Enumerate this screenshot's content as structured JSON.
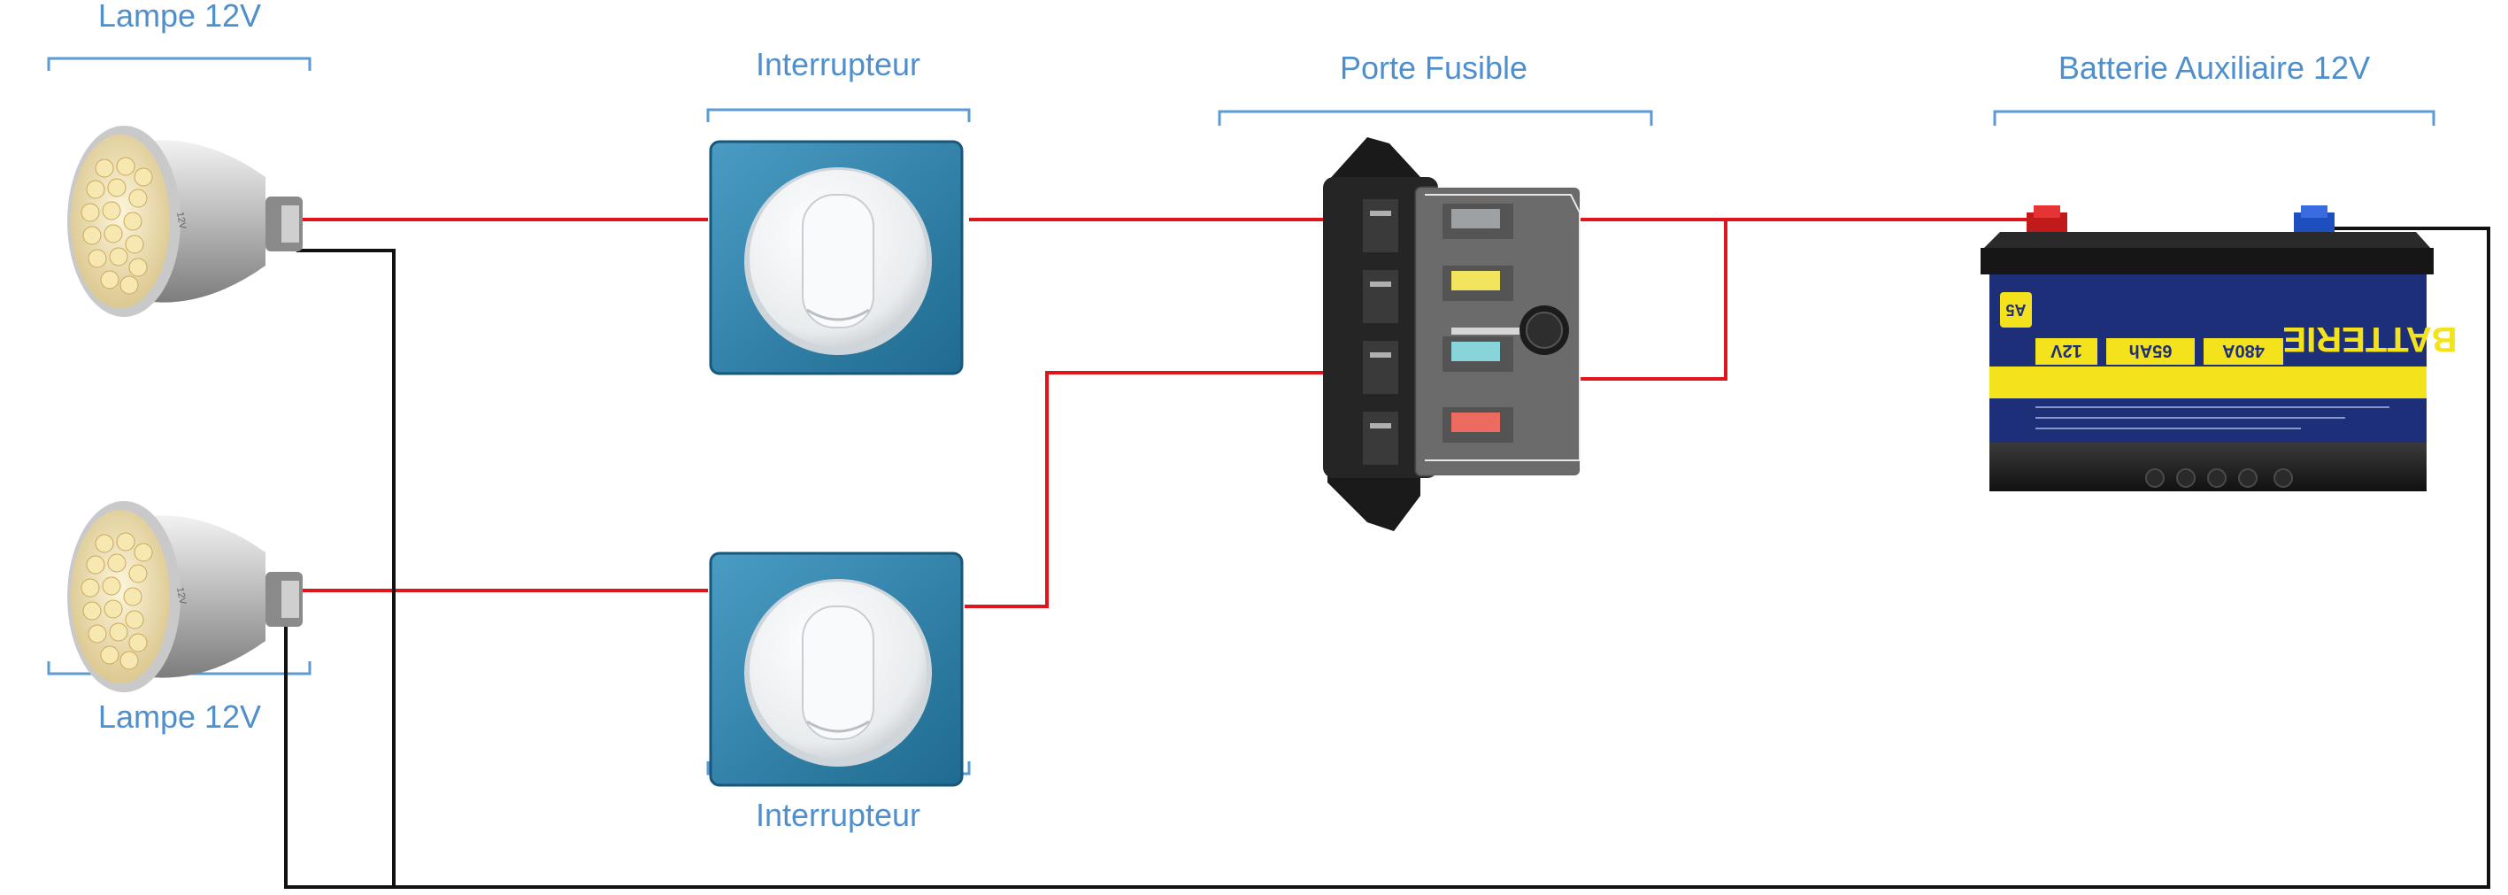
{
  "labels": {
    "lamp_top": "Lampe 12V",
    "lamp_bottom": "Lampe 12V",
    "switch_top": "Interrupteur",
    "switch_bottom": "Interrupteur",
    "fuse_box": "Porte Fusible",
    "battery": "Batterie Auxiliaire 12V"
  },
  "battery_print": {
    "brand": "BATTERIE",
    "code": "A5",
    "voltage": "12V",
    "capacity": "65Ah",
    "cca": "480A"
  },
  "colors": {
    "label": "#4f8fcb",
    "positive_wire": "#e2141b",
    "negative_wire": "#111111",
    "switch_plate": "#2f7fa6",
    "battery_label": "#1e2f7a",
    "battery_stripe": "#f4e21d"
  },
  "icons": {
    "lamp": "led-bulb-icon",
    "switch": "wall-switch-icon",
    "fuse_box": "fuse-box-icon",
    "battery": "car-battery-icon"
  }
}
